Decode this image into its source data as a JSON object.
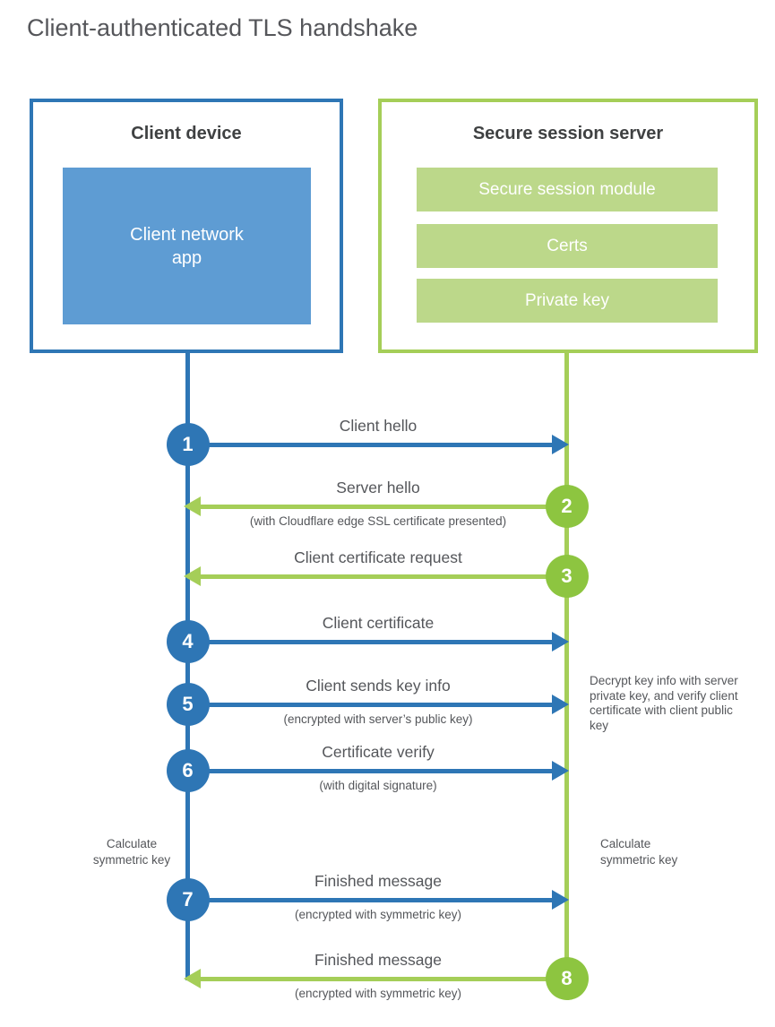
{
  "title": "Client-authenticated TLS handshake",
  "colors": {
    "client_blue": "#2E76B5",
    "client_fill_blue": "#5E9CD3",
    "server_circle_green": "#8DC540",
    "server_line_green": "#A5CE58",
    "server_bar_green": "#BCD88A",
    "text_gray": "#54565A"
  },
  "client_box": {
    "title": "Client device",
    "app_label": "Client network app"
  },
  "server_box": {
    "title": "Secure session server",
    "modules": [
      "Secure session module",
      "Certs",
      "Private key"
    ]
  },
  "messages": [
    {
      "num": "1",
      "from": "client",
      "to": "server",
      "label": "Client hello",
      "sub": ""
    },
    {
      "num": "2",
      "from": "server",
      "to": "client",
      "label": "Server hello",
      "sub": "(with Cloudflare edge SSL certificate presented)"
    },
    {
      "num": "3",
      "from": "server",
      "to": "client",
      "label": "Client certificate request",
      "sub": ""
    },
    {
      "num": "4",
      "from": "client",
      "to": "server",
      "label": "Client certificate",
      "sub": ""
    },
    {
      "num": "5",
      "from": "client",
      "to": "server",
      "label": "Client sends key info",
      "sub": "(encrypted with server’s public key)"
    },
    {
      "num": "6",
      "from": "client",
      "to": "server",
      "label": "Certificate verify",
      "sub": "(with digital signature)"
    },
    {
      "num": "7",
      "from": "client",
      "to": "server",
      "label": "Finished message",
      "sub": "(encrypted with symmetric key)"
    },
    {
      "num": "8",
      "from": "server",
      "to": "client",
      "label": "Finished message",
      "sub": "(encrypted with symmetric key)"
    }
  ],
  "annotations": {
    "decrypt_note": "Decrypt key info with server private key, and verify client certificate with client public key",
    "calc_symmetric_left": "Calculate symmetric key",
    "calc_symmetric_right": "Calculate symmetric key"
  }
}
